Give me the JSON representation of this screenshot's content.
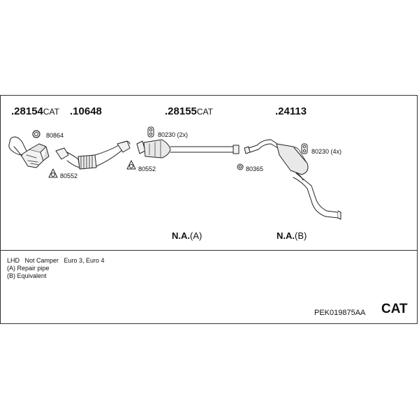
{
  "parts": [
    {
      "number": ".28154",
      "suffix": "CAT"
    },
    {
      "number": ".10648",
      "suffix": ""
    },
    {
      "number": ".28155",
      "suffix": "CAT"
    },
    {
      "number": ".24113",
      "suffix": ""
    }
  ],
  "accessories": {
    "gasket_80864": "80864",
    "gasket_80552_a": "80552",
    "gasket_80552_b": "80552",
    "clamp_80230_2x": "80230 (2x)",
    "clamp_80365": "80365",
    "clamp_80230_4x": "80230 (4x)"
  },
  "na_labels": {
    "a": {
      "text": "N.A.",
      "ref": "(A)"
    },
    "b": {
      "text": "N.A.",
      "ref": "(B)"
    }
  },
  "notes": {
    "line1": "LHD   Not Camper   Euro 3, Euro 4",
    "line2": "(A) Repair pipe",
    "line3": "(B) Equivalent"
  },
  "kit_number": "PEK019875AA",
  "cat_label": "CAT"
}
